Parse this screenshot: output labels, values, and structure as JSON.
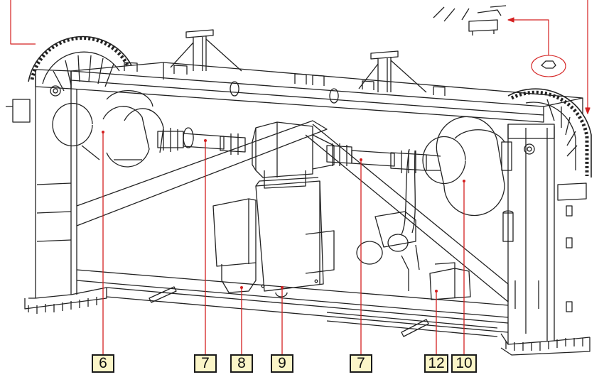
{
  "callouts": {
    "c6": "6",
    "c7a": "7",
    "c8": "8",
    "c9": "9",
    "c7b": "7",
    "c12": "12",
    "c10": "10"
  },
  "colors": {
    "line": "#222222",
    "leader": "#d42020",
    "callout_fill": "#fbf5c8",
    "callout_border": "#1a1a1a"
  }
}
